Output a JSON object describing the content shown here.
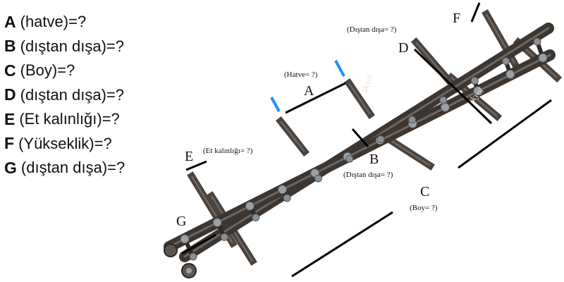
{
  "legend": [
    {
      "key": "A",
      "text": "(hatve)=?"
    },
    {
      "key": "B",
      "text": "(dıştan dışa)=?"
    },
    {
      "key": "C",
      "text": "(Boy)=?"
    },
    {
      "key": "D",
      "text": "(dıştan dışa)=?"
    },
    {
      "key": "E",
      "text": "(Et kalınlığı)=?"
    },
    {
      "key": "F",
      "text": "(Yükseklik)=?"
    },
    {
      "key": "G",
      "text": "(dıştan dışa)=?"
    }
  ],
  "annotations": {
    "a": {
      "letter": "A",
      "note": "(Hatve= ?)"
    },
    "b": {
      "letter": "B",
      "note": "(Dıştan dışa= ?)"
    },
    "c": {
      "letter": "C",
      "note": "(Boy= ?)"
    },
    "d": {
      "letter": "D",
      "note": "(Dıştan dışa= ?)"
    },
    "e": {
      "letter": "E",
      "note": "(Et kalınlığı= ?)"
    },
    "f": {
      "letter": "F"
    },
    "g": {
      "letter": "G"
    }
  },
  "brand_mark": "akyol",
  "colors": {
    "measure_line": "#000000",
    "pitch_marker": "#1e90ff",
    "steel_dark": "#3b3632",
    "steel_mid": "#5d5650",
    "bolt": "#9aa0a6"
  }
}
